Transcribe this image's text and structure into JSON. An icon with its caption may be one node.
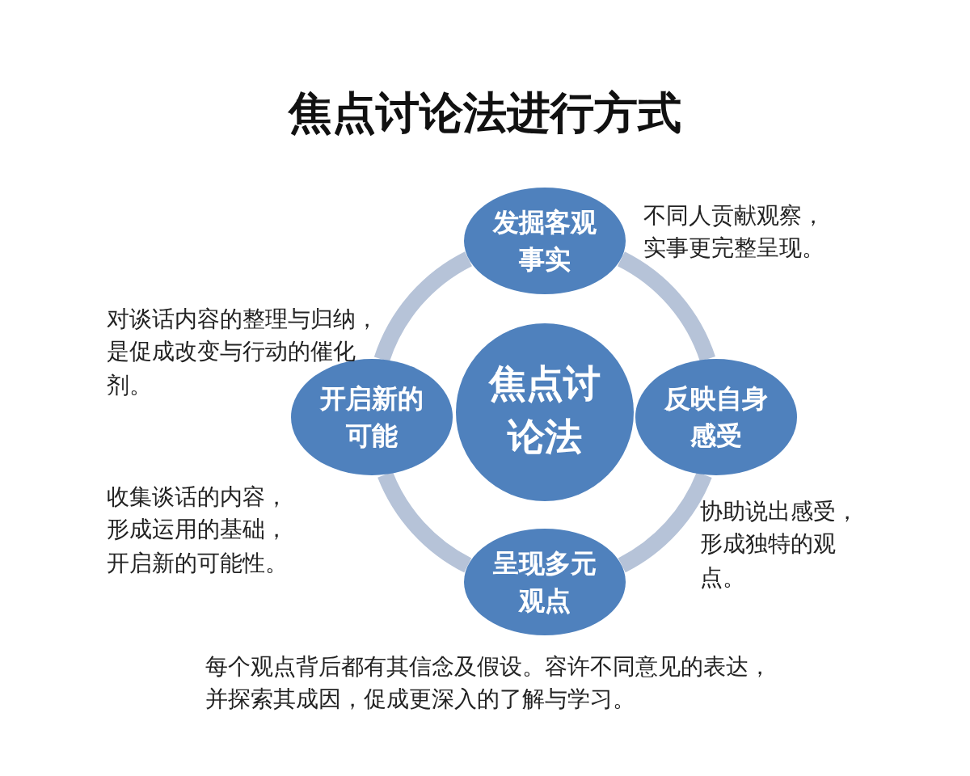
{
  "diagram": {
    "title": "焦点讨论法进行方式",
    "nodes": [
      {
        "text": [
          "发掘客观事实"
        ],
        "beside": [
          "不同人贡献观察，实事更完整呈现。"
        ]
      },
      {
        "text": [
          "开启新的可能"
        ],
        "beside": [
          "对谈话内容的整理与归纳，是促成改变与行动的催化剂。",
          "收集谈话的内容，形成运用的基础，开启新的可能性。"
        ]
      },
      {
        "text": [
          "焦点讨论法"
        ]
      },
      {
        "text": [
          "反映自身感受"
        ],
        "beside": [
          "协助说出感受，形成独特的观点。"
        ]
      },
      {
        "text": [
          "呈现多元观点"
        ],
        "beside": [
          "每个观点背后都有其信念及假设。容许不同意见的表达，并探索其成因，促成更深入的了解与学习。"
        ]
      }
    ],
    "edges": [
      {
        "from": 0,
        "to": 3,
        "arrow": "none"
      },
      {
        "from": 3,
        "to": 4,
        "arrow": "none"
      },
      {
        "from": 4,
        "to": 1,
        "arrow": "none"
      },
      {
        "from": 1,
        "to": 0,
        "arrow": "none"
      }
    ]
  }
}
